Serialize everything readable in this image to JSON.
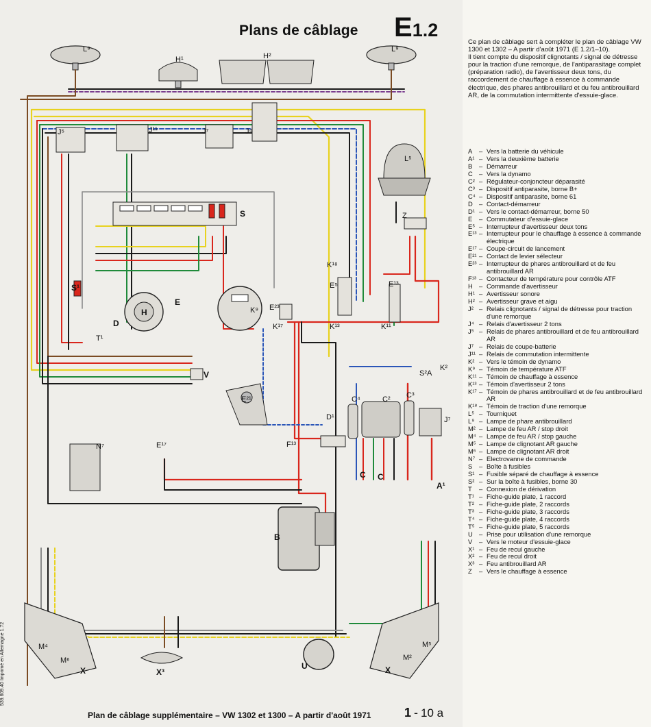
{
  "header": {
    "title": "Plans de câblage",
    "code_letter": "E",
    "code_number": "1.2"
  },
  "intro": {
    "p1": "Ce plan de câblage sert à compléter le plan de câblage VW 1300 et 1302 – A partir d'août 1971 (E 1.2/1–10).",
    "p2": "Il tient compte du dispositif clignotants / signal de détresse pour la traction d'une remorque, de l'antiparasitage complet (préparation radio), de l'avertisseur deux tons, du raccordement de chauffage à essence à commande électrique, des phares antibrouillard et du feu antibrouillard AR, de la commutation intermittente d'essuie-glace."
  },
  "legend": [
    {
      "code": "A",
      "desc": "Vers la batterie du véhicule"
    },
    {
      "code": "A¹",
      "desc": "Vers la deuxième batterie"
    },
    {
      "code": "B",
      "desc": "Démarreur"
    },
    {
      "code": "C",
      "desc": "Vers la dynamo"
    },
    {
      "code": "C²",
      "desc": "Régulateur-conjoncteur déparasité"
    },
    {
      "code": "C³",
      "desc": "Dispositif antiparasite, borne B+"
    },
    {
      "code": "C⁴",
      "desc": "Dispositif antiparasite, borne 61"
    },
    {
      "code": "D",
      "desc": "Contact-démarreur"
    },
    {
      "code": "D¹",
      "desc": "Vers le contact-démarreur, borne 50"
    },
    {
      "code": "E",
      "desc": "Commutateur d'essuie-glace"
    },
    {
      "code": "E⁵",
      "desc": "Interrupteur d'avertisseur deux tons"
    },
    {
      "code": "E¹³",
      "desc": "Interrupteur pour le chauffage à essence à commande électrique"
    },
    {
      "code": "E¹⁷",
      "desc": "Coupe-circuit de lancement"
    },
    {
      "code": "E²¹",
      "desc": "Contact de levier sélecteur"
    },
    {
      "code": "E²³",
      "desc": "Interrupteur de phares antibrouillard et de feu antibrouillard AR"
    },
    {
      "code": "F¹³",
      "desc": "Contacteur de température pour contrôle ATF"
    },
    {
      "code": "H",
      "desc": "Commande d'avertisseur"
    },
    {
      "code": "H¹",
      "desc": "Avertisseur sonore"
    },
    {
      "code": "H²",
      "desc": "Avertisseur grave et aigu"
    },
    {
      "code": "J²",
      "desc": "Relais clignotants / signal de détresse pour traction d'une remorque"
    },
    {
      "code": "J⁴",
      "desc": "Relais d'avertisseur 2 tons"
    },
    {
      "code": "J⁵",
      "desc": "Relais de phares antibrouillard et de feu antibrouillard AR"
    },
    {
      "code": "J⁷",
      "desc": "Relais de coupe-batterie"
    },
    {
      "code": "J¹¹",
      "desc": "Relais de commutation intermittente"
    },
    {
      "code": "K²",
      "desc": "Vers le témoin de dynamo"
    },
    {
      "code": "K⁹",
      "desc": "Témoin de température ATF"
    },
    {
      "code": "K¹¹",
      "desc": "Témoin de chauffage à essence"
    },
    {
      "code": "K¹³",
      "desc": "Témoin d'avertisseur 2 tons"
    },
    {
      "code": "K¹⁷",
      "desc": "Témoin de phares antibrouillard et de feu antibrouillard AR"
    },
    {
      "code": "K¹⁸",
      "desc": "Témoin de traction d'une remorque"
    },
    {
      "code": "L⁵",
      "desc": "Tourniquet"
    },
    {
      "code": "L⁹",
      "desc": "Lampe de phare antibrouillard"
    },
    {
      "code": "M²",
      "desc": "Lampe de feu AR / stop droit"
    },
    {
      "code": "M⁴",
      "desc": "Lampe de feu AR / stop gauche"
    },
    {
      "code": "M⁵",
      "desc": "Lampe de clignotant AR gauche"
    },
    {
      "code": "M⁶",
      "desc": "Lampe de clignotant AR droit"
    },
    {
      "code": "N⁷",
      "desc": "Electrovanne de commande"
    },
    {
      "code": "S",
      "desc": "Boîte à fusibles"
    },
    {
      "code": "S¹",
      "desc": "Fusible séparé de chauffage à essence"
    },
    {
      "code": "S²",
      "desc": "Sur la boîte à fusibles, borne 30"
    },
    {
      "code": "T",
      "desc": "Connexion de dérivation"
    },
    {
      "code": "T¹",
      "desc": "Fiche-guide plate, 1 raccord"
    },
    {
      "code": "T²",
      "desc": "Fiche-guide plate, 2 raccords"
    },
    {
      "code": "T³",
      "desc": "Fiche-guide plate, 3 raccords"
    },
    {
      "code": "T⁴",
      "desc": "Fiche-guide plate, 4 raccords"
    },
    {
      "code": "T⁵",
      "desc": "Fiche-guide plate, 5 raccords"
    },
    {
      "code": "U",
      "desc": "Prise pour utilisation d'une remorque"
    },
    {
      "code": "V",
      "desc": "Vers le moteur d'essuie-glace"
    },
    {
      "code": "X¹",
      "desc": "Feu de recul gauche"
    },
    {
      "code": "X²",
      "desc": "Feu de recul droit"
    },
    {
      "code": "X³",
      "desc": "Feu antibrouillard AR"
    },
    {
      "code": "Z",
      "desc": "Vers le chauffage à essence"
    }
  ],
  "diagram_labels": {
    "L9_left": "L⁹",
    "L9_right": "L⁹",
    "H1": "H¹",
    "H2": "H²",
    "J5": "J⁵",
    "J11": "J¹¹",
    "J7": "J⁷",
    "J4": "J⁴",
    "L5": "L⁵",
    "Z": "Z",
    "S": "S",
    "K18": "K¹⁸",
    "E13": "E¹³",
    "H": "H",
    "E": "E",
    "D": "D",
    "K9": "K⁹",
    "E23": "E²³",
    "K17": "K¹⁷",
    "K11": "K¹¹",
    "K13": "K¹³",
    "E5": "E⁵",
    "T1": "T¹",
    "S1": "S¹",
    "V": "V",
    "E21": "E²¹",
    "D1": "D¹",
    "E17": "E¹⁷",
    "F13": "F¹³",
    "N7": "N⁷",
    "B": "B",
    "C4": "C⁴",
    "C2": "C²",
    "C3": "C³",
    "S2": "S²",
    "A": "A",
    "K2": "K²",
    "J7b": "J⁷",
    "C_left": "C",
    "C_right": "C",
    "A1": "A¹",
    "M4": "M⁴",
    "M6": "M⁶",
    "M5": "M⁵",
    "M2": "M²",
    "X_left": "X",
    "X_right": "X",
    "X3": "X³",
    "U": "U"
  },
  "footer": {
    "caption": "Plan de câblage supplémentaire – VW 1302 et 1300 – A partir d'août 1971",
    "page": "1",
    "sep": "-",
    "sub": "10 a",
    "print_note": "539.609.40 Imprimé en Allemagne 1.72"
  },
  "wire_colors": {
    "red": "#d9261c",
    "black": "#1a1a1a",
    "brown": "#7a4a22",
    "yellow": "#e8d21e",
    "green": "#1f8a3a",
    "blue": "#2a55b8",
    "white": "#ffffff",
    "grey": "#8a8a8a",
    "violet": "#7a3d8f"
  }
}
